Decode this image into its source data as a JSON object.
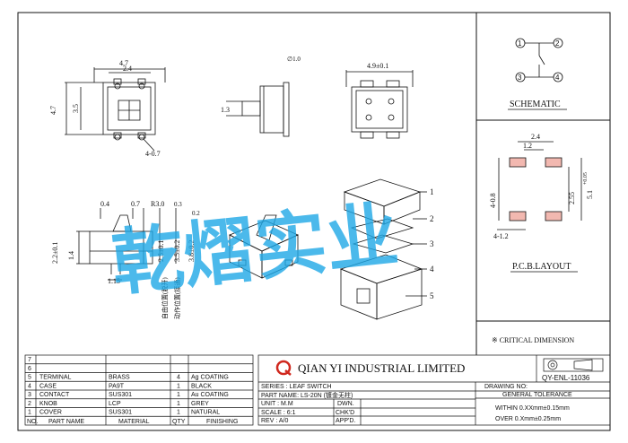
{
  "front_view": {
    "dim_width_total": "4.7",
    "dim_width_inner": "2.4",
    "dim_height_total": "4.7",
    "dim_height_inner": "3.5",
    "dim_pad": "4-0.7",
    "ref_mark": "∅1.0"
  },
  "side_view": {
    "dim_knob": "1.3"
  },
  "bottom_view": {
    "dim_width": "4.9±0.1"
  },
  "section_view": {
    "dim_a": "0.4",
    "dim_b": "0.7",
    "dim_radius": "R3.0",
    "dim_c": "0.3",
    "dim_d": "0.2",
    "dim_stroke": "2.5±0.1",
    "dim_e": "3.5±0.2",
    "dim_f": "3.8±0.2",
    "dim_height": "2.2±0.1",
    "dim_g": "1.4",
    "dim_foot": "1.15",
    "note_free": "自由位置(脱开)",
    "note_operate": "动作位置(接通)"
  },
  "callouts": [
    "1",
    "2",
    "3",
    "4",
    "5"
  ],
  "schematic": {
    "title": "SCHEMATIC",
    "pins": [
      "1",
      "2",
      "3",
      "4"
    ]
  },
  "pcb": {
    "title": "P.C.B.LAYOUT",
    "dim_a": "2.4",
    "dim_b": "1.2",
    "dim_c": "4-0.8",
    "dim_d": "2.55",
    "dim_e": "5.1",
    "dim_e_tol": "+0.05",
    "dim_f": "4-1.2"
  },
  "critical_note": "※ CRITICAL  DIMENSION",
  "watermark": "乾熠实业",
  "bom": {
    "rows": [
      {
        "no": "7",
        "part": "",
        "material": "",
        "qty": "",
        "finish": ""
      },
      {
        "no": "6",
        "part": "",
        "material": "",
        "qty": "",
        "finish": ""
      },
      {
        "no": "5",
        "part": "TERMINAL",
        "material": "BRASS",
        "qty": "4",
        "finish": "Ag COATING"
      },
      {
        "no": "4",
        "part": "CASE",
        "material": "PA9T",
        "qty": "1",
        "finish": "BLACK"
      },
      {
        "no": "3",
        "part": "CONTACT",
        "material": "SUS301",
        "qty": "1",
        "finish": "Au COATING"
      },
      {
        "no": "2",
        "part": "KNOB",
        "material": "LCP",
        "qty": "1",
        "finish": "GREY"
      },
      {
        "no": "1",
        "part": "COVER",
        "material": "SUS301",
        "qty": "1",
        "finish": "NATURAL"
      }
    ],
    "headers": {
      "no": "NO.",
      "part": "PART NAME",
      "material": "MATERIAL",
      "qty": "QTY",
      "finish": "FINISHING"
    }
  },
  "title_block": {
    "company": "QIAN  YI  INDUSTRIAL  LIMITED",
    "drawing_no_label": "DRAWING NO:",
    "drawing_no": "QY-ENL-11036",
    "series": "SERIES : LEAF SWITCH",
    "part_name": "PART NAME: LS-20N (镀金无柱)",
    "unit": "UNIT  : M.M",
    "scale": "SCALE : 6:1",
    "rev": "REV   : A/0",
    "dwn": "DWN.",
    "chkd": "CHK'D",
    "appd": "APP'D.",
    "tolerance_title": "GENERAL TOLERANCE",
    "tol_1": "WITHIN 0.XXmm±0.15mm",
    "tol_2": "OVER   0.Xmm±0.25mm"
  },
  "colors": {
    "line": "#111111",
    "watermark": "#1ea8e6",
    "pad": "#f2b8b0",
    "logo_red": "#d0281e"
  }
}
